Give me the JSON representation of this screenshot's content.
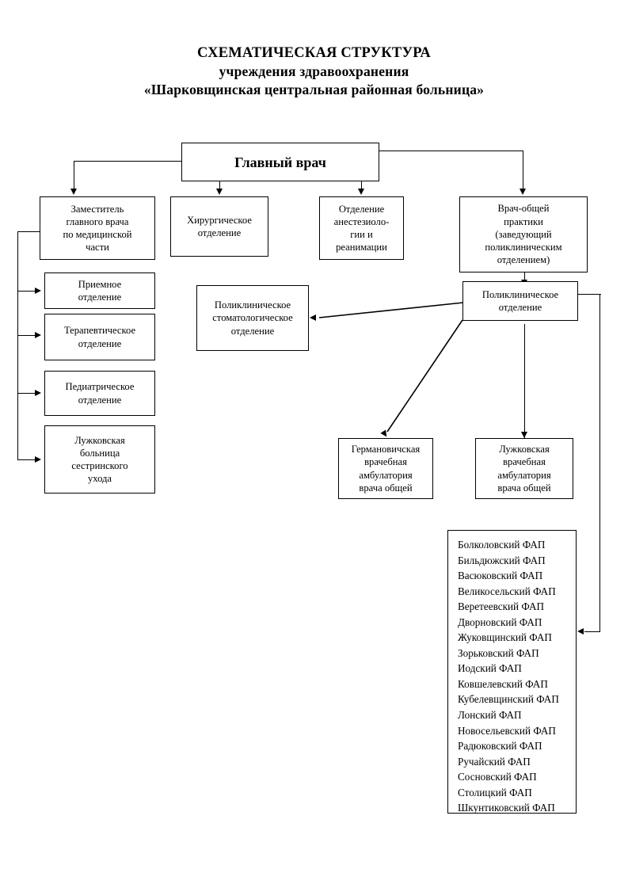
{
  "title": {
    "line1": "СХЕМАТИЧЕСКАЯ СТРУКТУРА",
    "line2": "учреждения здравоохранения",
    "line3": "«Шарковщинская центральная районная больница»"
  },
  "nodes": {
    "chief": "Главный врач",
    "deputy": "Заместитель главного врача по медицинской части",
    "surgery": "Хирургическое отделение",
    "anesthesia": "Отделение анестезиоло-гии и реанимации",
    "gp": "Врач-общей практики (заведующий поликлиническим отделением)",
    "admission": "Приемное отделение",
    "therapy": "Терапевтическое отделение",
    "pediatrics": "Педиатрическое отделение",
    "luzhki_hospital": "Лужковская больница сестринского ухода",
    "dental": "Поликлиническое стоматологическое отделение",
    "polyclinic": "Поликлиническое отделение",
    "germanovichi": "Германовичская врачебная амбулатория врача общей",
    "luzhki_amb": "Лужковская врачебная амбулатория врача общей"
  },
  "node_lines": {
    "chief": [
      "Главный врач"
    ],
    "deputy": [
      "Заместитель",
      "главного врача",
      "по медицинской",
      "части"
    ],
    "surgery": [
      "Хирургическое",
      "отделение"
    ],
    "anesthesia": [
      "Отделение",
      "анестезиоло-",
      "гии и",
      "реанимации"
    ],
    "gp": [
      "Врач-общей",
      "практики",
      "(заведующий",
      "поликлиническим",
      "отделением)"
    ],
    "admission": [
      "Приемное",
      "отделение"
    ],
    "therapy": [
      "Терапевтическое",
      "отделение"
    ],
    "pediatrics": [
      "Педиатрическое",
      "отделение"
    ],
    "luzhki_hospital": [
      "Лужковская",
      "больница",
      "сестринского",
      "ухода"
    ],
    "dental": [
      "Поликлиническое",
      "стоматологическое",
      "отделение"
    ],
    "polyclinic": [
      "Поликлиническое",
      "отделение"
    ],
    "germanovichi": [
      "Германовичская",
      "врачебная",
      "амбулатория",
      "врача общей"
    ],
    "luzhki_amb": [
      "Лужковская",
      "врачебная",
      "амбулатория",
      "врача общей"
    ]
  },
  "fap_list": [
    "Болколовский ФАП",
    "Бильдюжский ФАП",
    "Васюковский ФАП",
    "Великосельский ФАП",
    "Веретеевский ФАП",
    "Дворновский ФАП",
    "Жуковщинский ФАП",
    "Зорьковский ФАП",
    "Иодский ФАП",
    "Ковшелевский ФАП",
    "Кубелевщинский ФАП",
    "Лонский ФАП",
    "Новосельевский ФАП",
    "Радюковский ФАП",
    "Ручайский ФАП",
    "Сосновский ФАП",
    "Столицкий ФАП",
    "Шкунтиковский ФАП"
  ],
  "colors": {
    "line": "#000000",
    "box_border": "#000000",
    "background": "#ffffff",
    "text": "#000000"
  }
}
